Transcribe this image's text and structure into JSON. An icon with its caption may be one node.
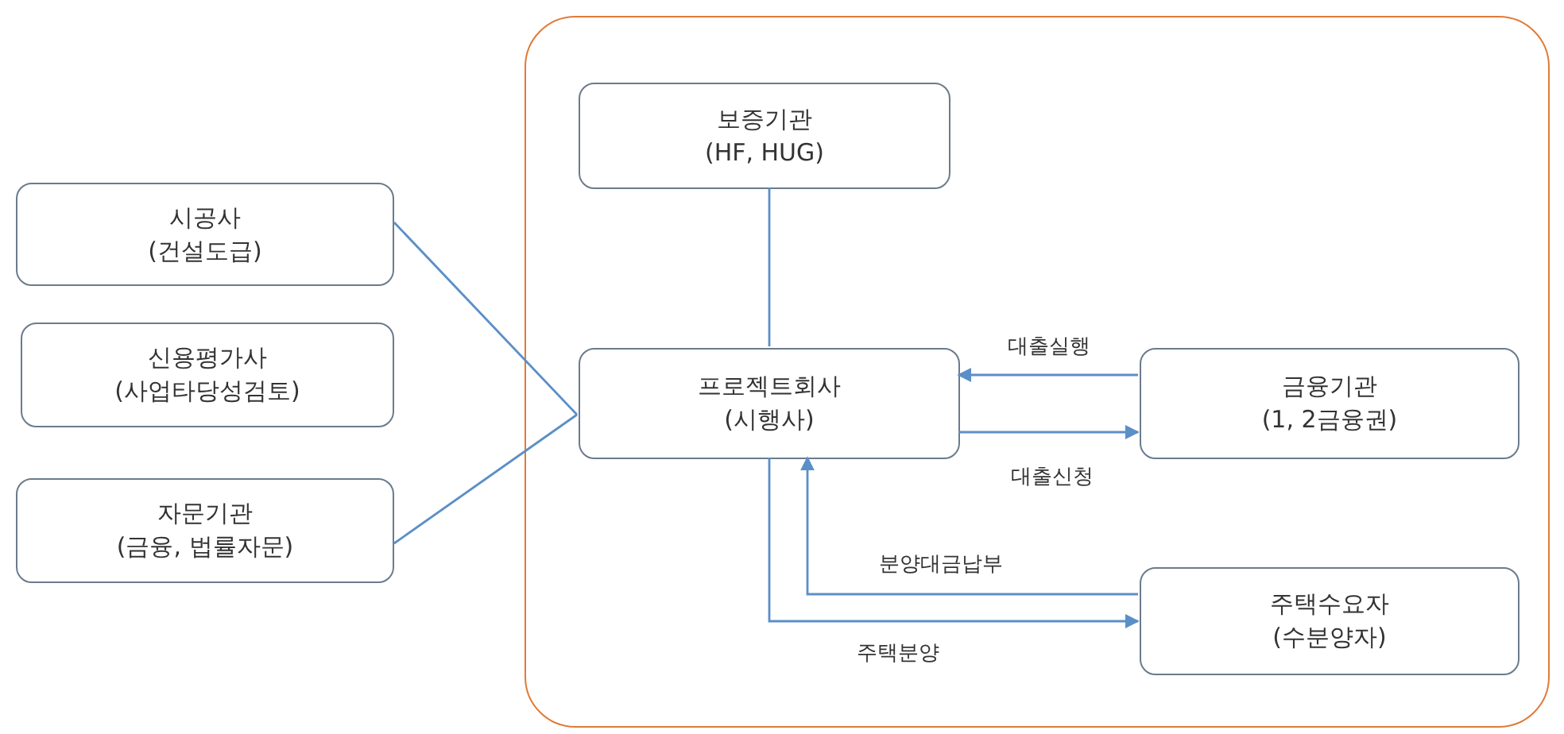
{
  "diagram": {
    "nodes": [
      {
        "text": [],
        "shape": "box"
      },
      {
        "text": [
          "보증기관",
          "(HF, HUG)"
        ],
        "in": 0
      },
      {
        "text": [
          "시공사",
          "(건설도급)"
        ]
      },
      {
        "text": [
          "신용평가사",
          "(사업타당성검토)"
        ]
      },
      {
        "text": [
          "프로젝트회사",
          "(시행사)"
        ],
        "in": 0
      },
      {
        "text": [
          "금융기관",
          "(1, 2금융권)"
        ],
        "in": 0
      },
      {
        "text": [
          "자문기관",
          "(금융, 법률자문)"
        ]
      },
      {
        "text": [
          "주택수요자",
          "(수분양자)"
        ],
        "in": 0
      }
    ],
    "edges": [
      {
        "from": 1,
        "to": 4,
        "arrow": "none"
      },
      {
        "from": 2,
        "to": 4,
        "arrow": "none"
      },
      {
        "from": 6,
        "to": 4,
        "arrow": "none"
      },
      {
        "from": 5,
        "to": 4,
        "arrow": "to",
        "label": "대출실행"
      },
      {
        "from": 4,
        "to": 5,
        "arrow": "to",
        "label": "대출신청"
      },
      {
        "from": 7,
        "to": 4,
        "arrow": "to",
        "label": "분양대금납부"
      },
      {
        "from": 4,
        "to": 7,
        "arrow": "to",
        "label": "주택분양"
      }
    ]
  }
}
